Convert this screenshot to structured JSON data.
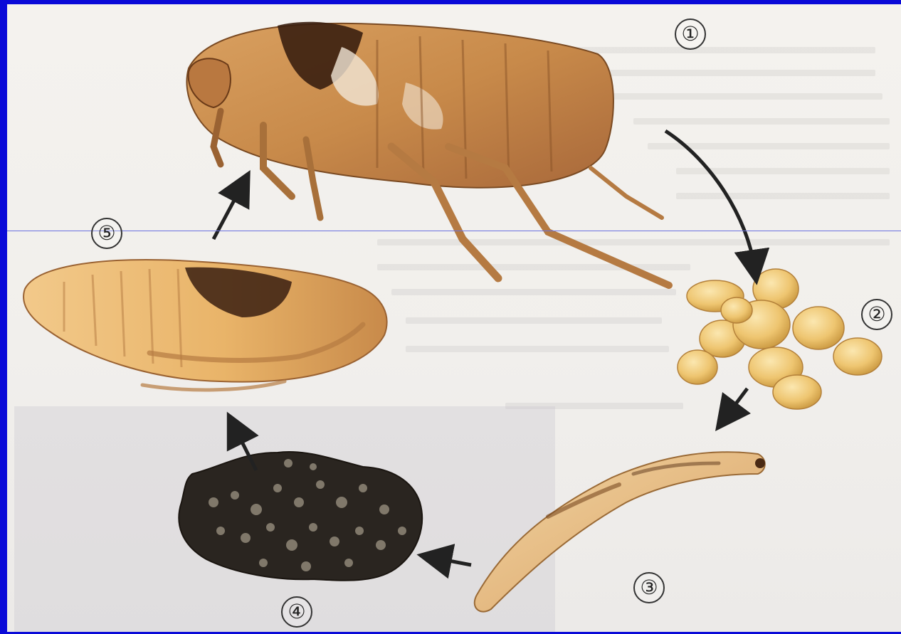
{
  "diagram": {
    "stages": [
      {
        "label": "①",
        "name": "adult flea"
      },
      {
        "label": "②",
        "name": "eggs"
      },
      {
        "label": "③",
        "name": "larva"
      },
      {
        "label": "④",
        "name": "cocoon"
      },
      {
        "label": "⑤",
        "name": "pupa"
      }
    ]
  },
  "colors": {
    "slide_background": "#0a0ad8",
    "figure_background": "#f2f0ed",
    "adult_body": "#c88a4a",
    "adult_dark": "#3a1f10",
    "egg": "#eec570",
    "larva": "#e2b27a",
    "cocoon": "#2a2520",
    "pupa": "#e9b469",
    "arrow": "#222222"
  },
  "icons": [
    "adult-flea-icon",
    "egg-cluster-icon",
    "larva-icon",
    "cocoon-icon",
    "pupa-icon",
    "arrow-icon"
  ]
}
